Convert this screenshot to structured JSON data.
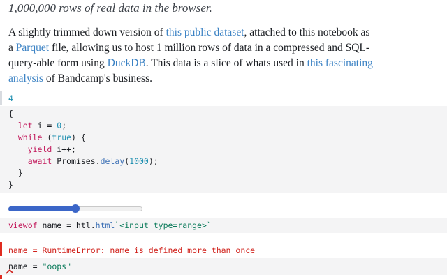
{
  "heading": "1,000,000 rows of real data in the browser.",
  "intro": {
    "l1_pre": "A slightly trimmed down version of ",
    "l1_link": "this public dataset",
    "l1_post": ", attached to this notebook as",
    "l2_pre": "a ",
    "l2_link": "Parquet",
    "l2_post": " file, allowing us to host 1 million rows of data in a compressed and SQL-",
    "l3_pre": "query-able form using ",
    "l3_link": "DuckDB",
    "l3_mid": ". This data is a slice of whats used in ",
    "l3_link2": "this fascinating",
    "l4_link": "analysis",
    "l4_post": " of Bandcamp's business."
  },
  "cell1": {
    "output": "4",
    "l1": "{",
    "l2_kw": "let",
    "l2_mid": " i = ",
    "l2_num": "0",
    "l2_end": ";",
    "l3_kw": "while",
    "l3_a": " (",
    "l3_lit": "true",
    "l3_b": ") {",
    "l4_kw": "yield",
    "l4_rest": " i++;",
    "l5_kw": "await",
    "l5_a": " Promises.",
    "l5_fn": "delay",
    "l5_b": "(",
    "l5_num": "1000",
    "l5_c": ");",
    "l6": "}",
    "l7": "}"
  },
  "slider": {
    "value": 0.5
  },
  "cell2": {
    "kw": "viewof",
    "a": " name = htl.",
    "fn": "html",
    "str": "`<input type=range>`"
  },
  "error": {
    "text": "name = RuntimeError: name is defined more than once"
  },
  "cell3": {
    "a": "name = ",
    "str": "\"oops\""
  },
  "colors": {
    "accent": "#3b66c8",
    "link": "#3b82c4",
    "error": "#d0201a"
  },
  "icons": {
    "collapse": "chevron-up-icon"
  }
}
